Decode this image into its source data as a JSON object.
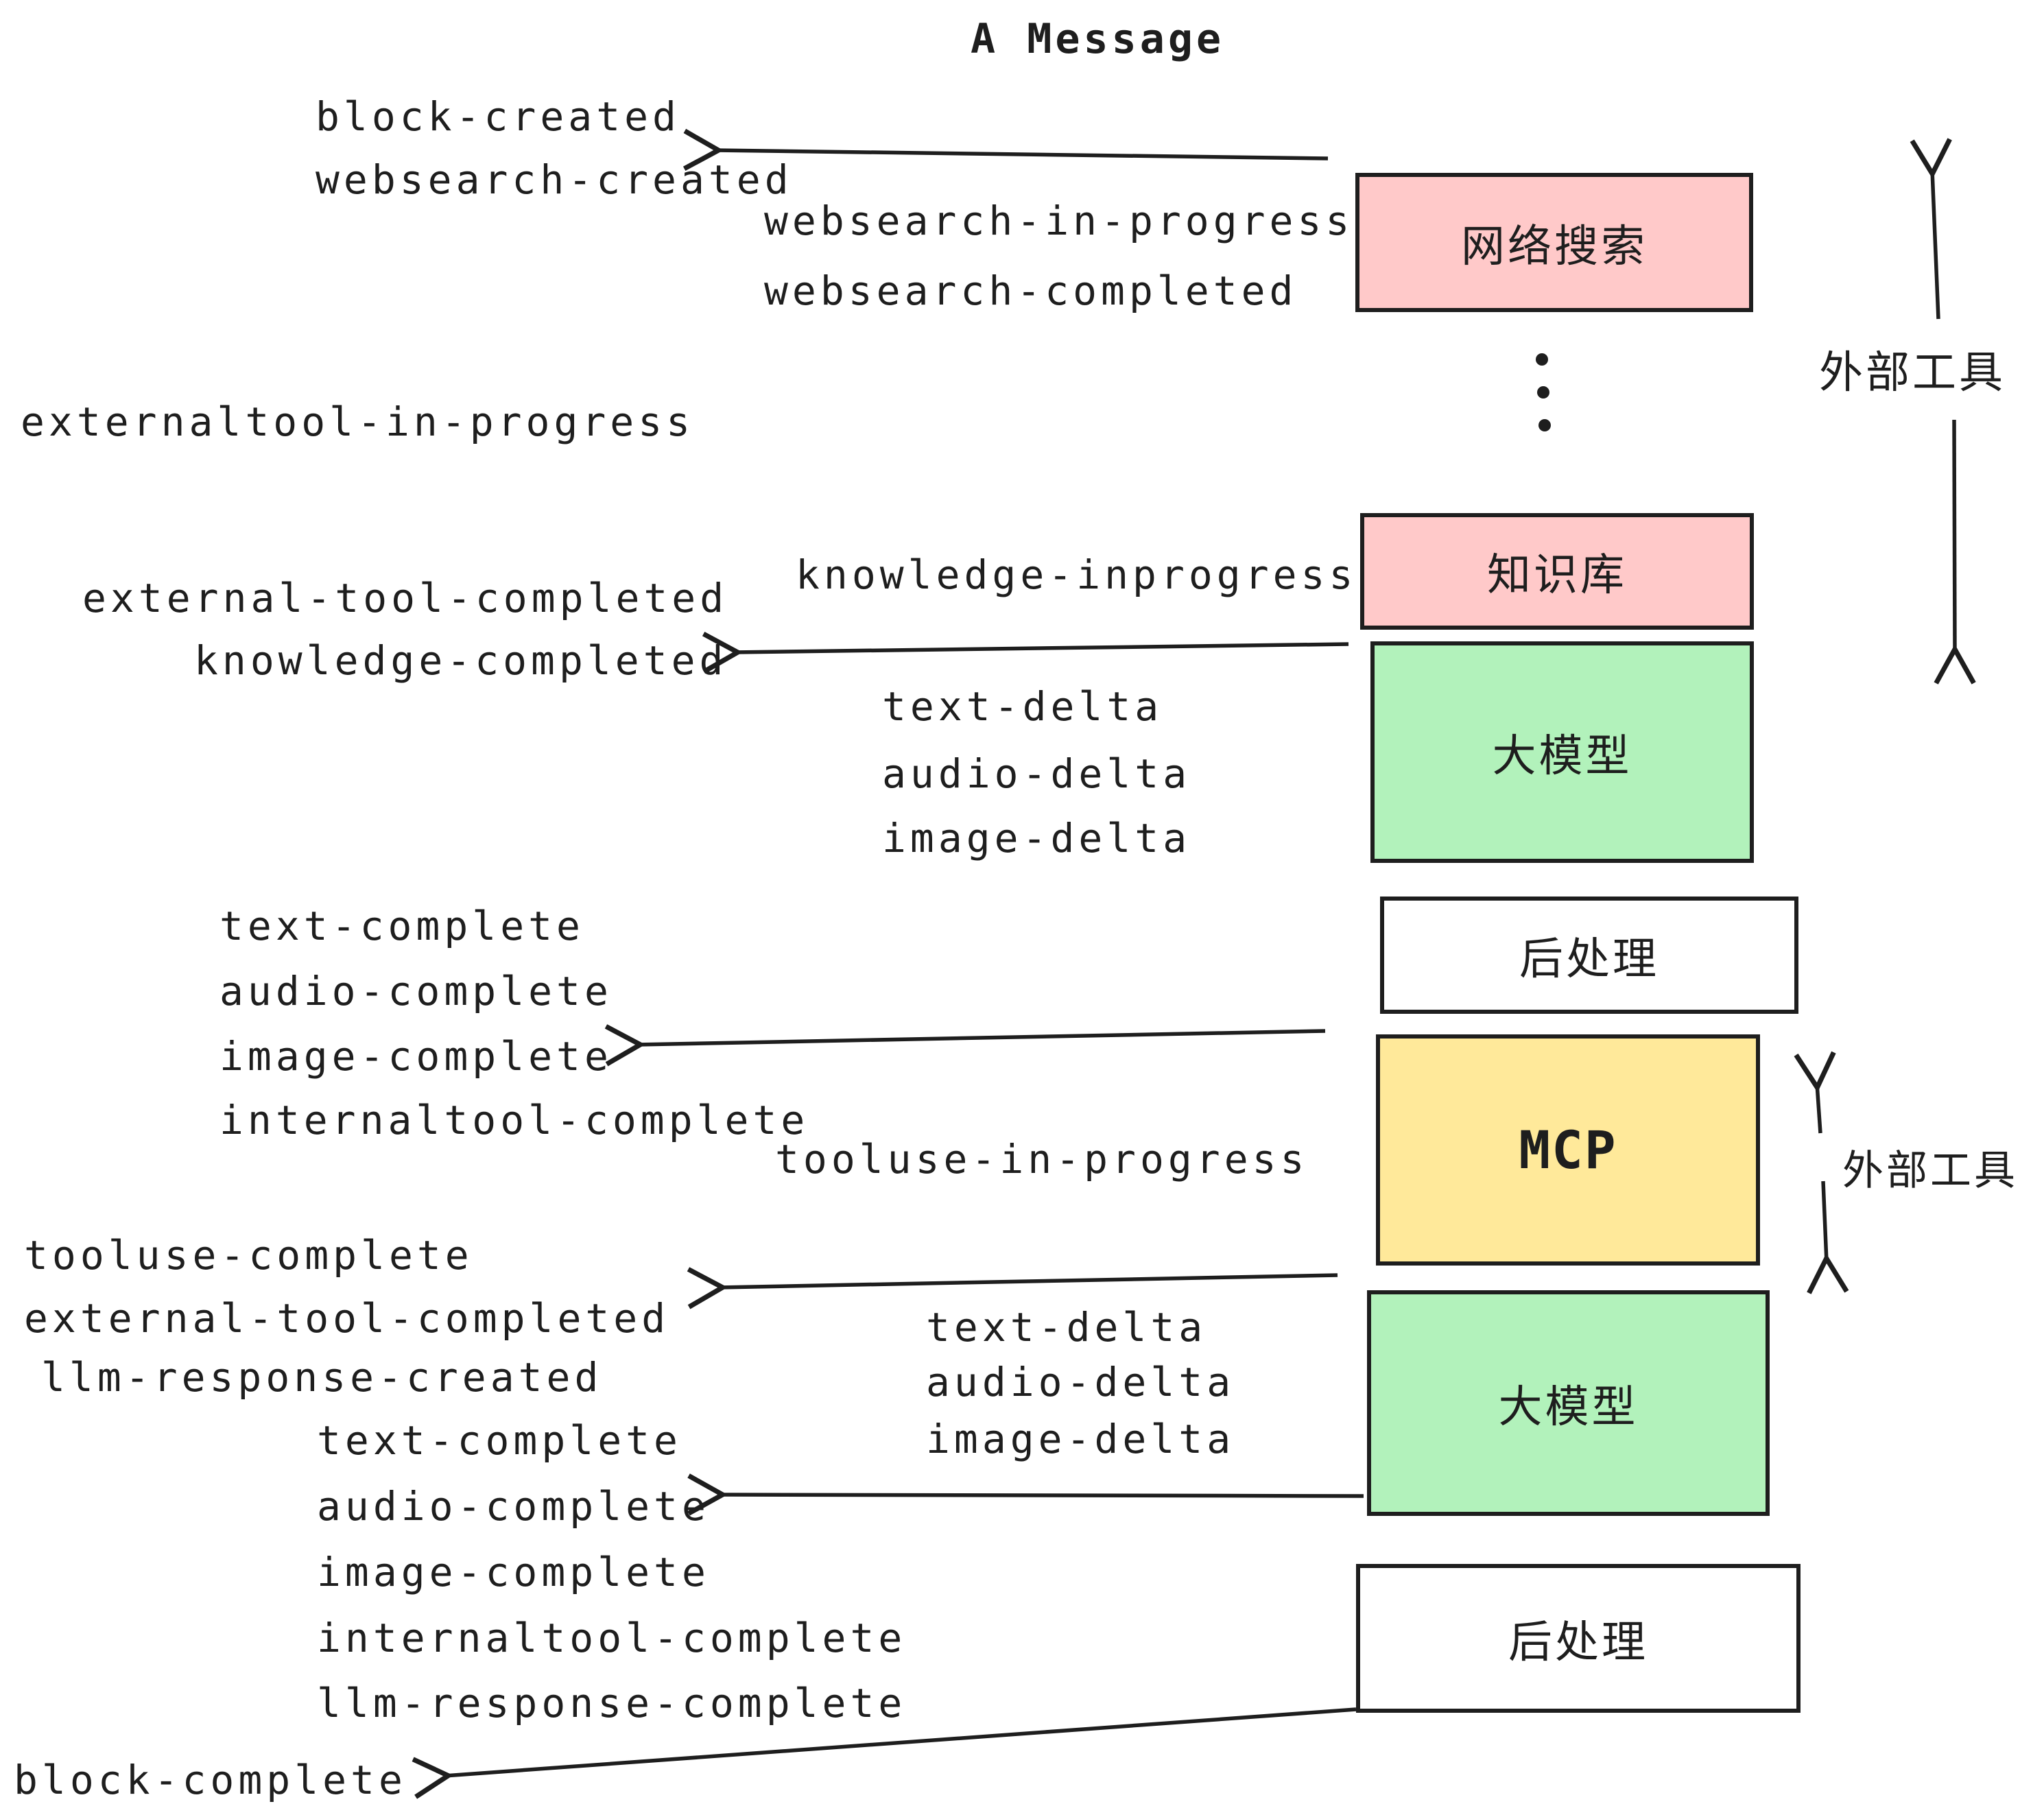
{
  "title": "A Message",
  "colors": {
    "box_pink": "#FFC9C9",
    "box_green": "#B2F2BB",
    "box_yellow": "#FFE99A",
    "box_white": "#FFFFFF",
    "ink": "#1E1E1E"
  },
  "boxes": [
    {
      "label": "网络搜索"
    },
    {
      "label": "知识库"
    },
    {
      "label": "大模型"
    },
    {
      "label": "后处理"
    },
    {
      "label": "MCP"
    },
    {
      "label": "大模型"
    },
    {
      "label": "后处理"
    }
  ],
  "side_labels": [
    {
      "label": "外部工具"
    },
    {
      "label": "外部工具"
    }
  ],
  "events": [
    {
      "label": "block-created"
    },
    {
      "label": "websearch-created"
    },
    {
      "label": "websearch-in-progress"
    },
    {
      "label": "websearch-completed"
    },
    {
      "label": "externaltool-in-progress"
    },
    {
      "label": "knowledge-inprogress"
    },
    {
      "label": "external-tool-completed"
    },
    {
      "label": "knowledge-completed"
    },
    {
      "label": "text-delta"
    },
    {
      "label": "audio-delta"
    },
    {
      "label": "image-delta"
    },
    {
      "label": "text-complete"
    },
    {
      "label": "audio-complete"
    },
    {
      "label": "image-complete"
    },
    {
      "label": "internaltool-complete"
    },
    {
      "label": "tooluse-in-progress"
    },
    {
      "label": "tooluse-complete"
    },
    {
      "label": "external-tool-completed"
    },
    {
      "label": "llm-response-created"
    },
    {
      "label": "text-complete"
    },
    {
      "label": "audio-complete"
    },
    {
      "label": "image-complete"
    },
    {
      "label": "internaltool-complete"
    },
    {
      "label": "llm-response-complete"
    },
    {
      "label": "block-complete"
    },
    {
      "label": "text-delta"
    },
    {
      "label": "audio-delta"
    },
    {
      "label": "image-delta"
    }
  ],
  "arrows": [
    {
      "from": "网络搜索",
      "to": "block-created / websearch-created"
    },
    {
      "from": "知识库 → 大模型",
      "to": "knowledge-completed"
    },
    {
      "from": "后处理 → MCP",
      "to": "image-complete"
    },
    {
      "from": "MCP → 大模型",
      "to": "external-tool-completed"
    },
    {
      "from": "大模型",
      "to": "audio-complete"
    },
    {
      "from": "后处理",
      "to": "block-complete"
    }
  ]
}
